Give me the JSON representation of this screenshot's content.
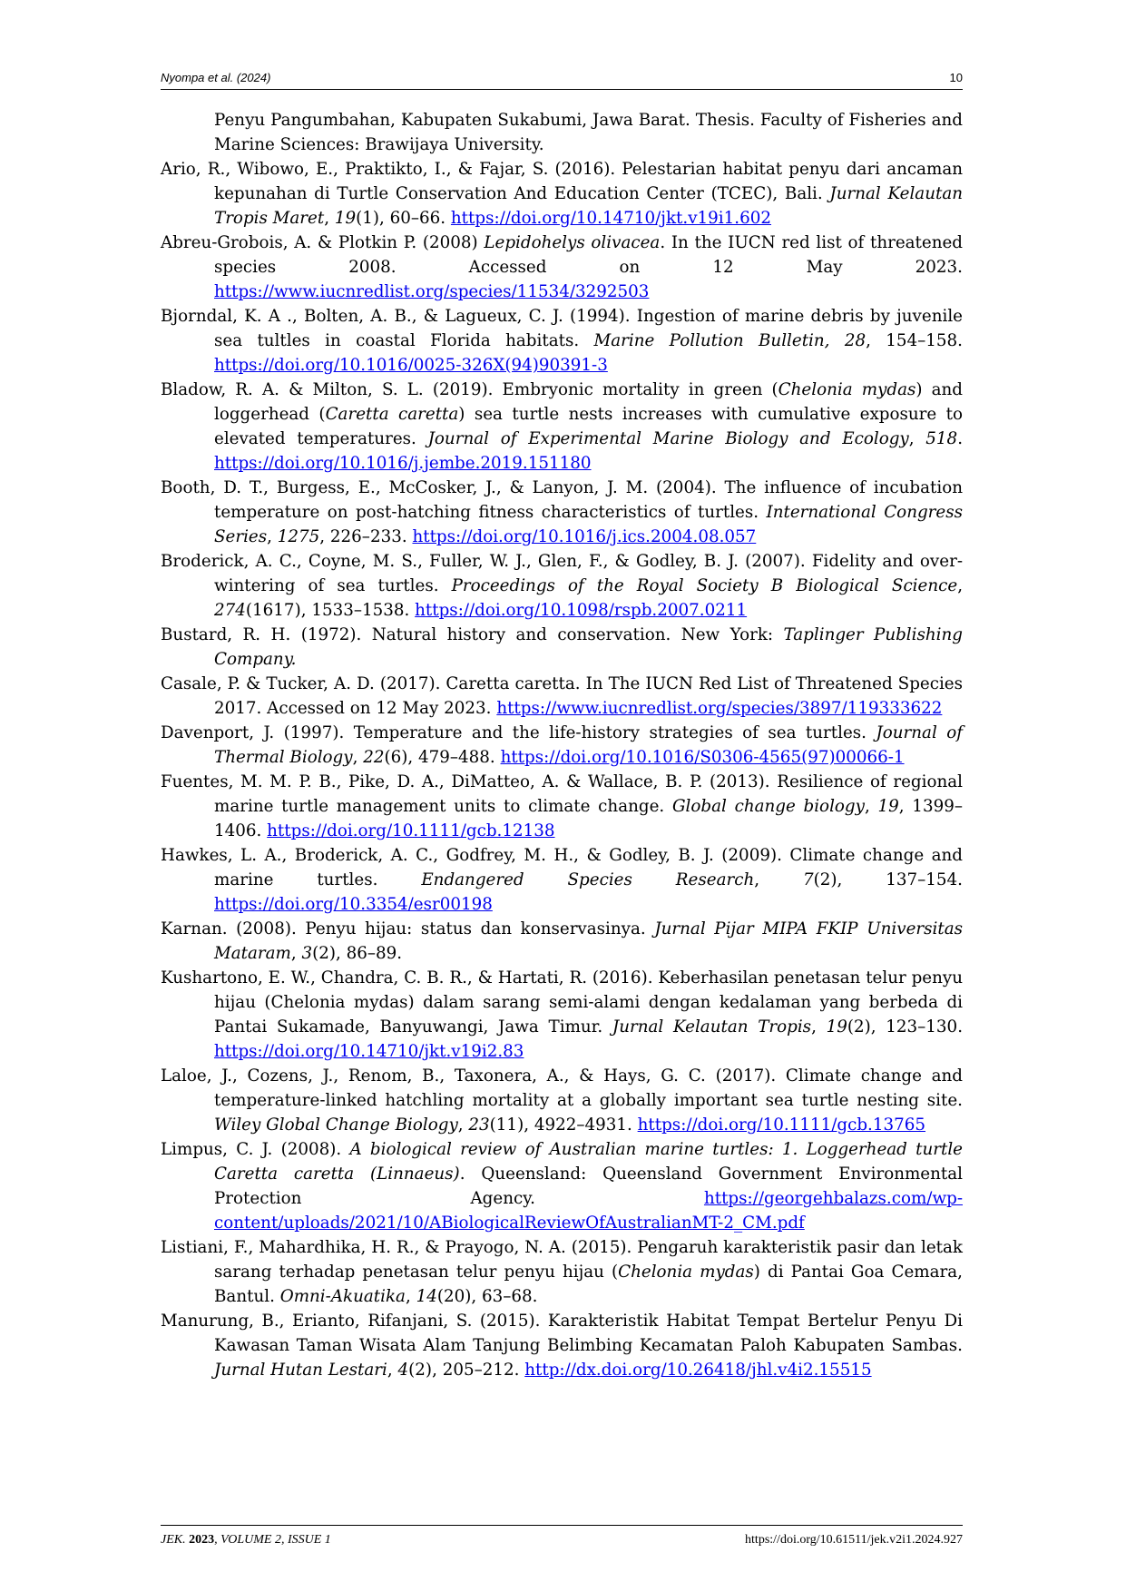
{
  "header": {
    "running_title": "Nyompa et al. (2024)",
    "page_number": "10"
  },
  "references": [
    {
      "parts": [
        {
          "t": "Penyu Pangumbahan, Kabupaten Sukabumi, Jawa Barat. Thesis. Faculty of Fisheries and Marine Sciences: Brawijaya University."
        }
      ],
      "continuation": true
    },
    {
      "parts": [
        {
          "t": "Ario, R., Wibowo, E., Praktikto, I., & Fajar, S. (2016). Pelestarian habitat penyu dari ancaman kepunahan di Turtle Conservation And Education Center (TCEC), Bali. "
        },
        {
          "t": "Jurnal Kelautan Tropis Maret",
          "i": true
        },
        {
          "t": ", "
        },
        {
          "t": "19",
          "i": true
        },
        {
          "t": "(1), 60–66. "
        },
        {
          "t": "https://doi.org/10.14710/jkt.v19i1.602",
          "link": true
        }
      ]
    },
    {
      "parts": [
        {
          "t": "Abreu-Grobois, A. & Plotkin P. (2008) "
        },
        {
          "t": "Lepidohelys olivacea",
          "i": true
        },
        {
          "t": ". In the IUCN red list of threatened species 2008. Accessed on 12 May 2023. "
        },
        {
          "t": "https://www.iucnredlist.org/species/11534/3292503",
          "link": true
        }
      ]
    },
    {
      "parts": [
        {
          "t": "Bjorndal, K. A ., Bolten, A. B., & Lagueux, C. J. (1994). Ingestion of marine debris by juvenile sea tultles in coastal Florida habitats. "
        },
        {
          "t": "Marine Pollution Bulletin, 28",
          "i": true
        },
        {
          "t": ", 154–158. "
        },
        {
          "t": "https://doi.org/10.1016/0025-326X(94)90391-3",
          "link": true
        }
      ]
    },
    {
      "parts": [
        {
          "t": "Bladow, R. A. & Milton, S. L. (2019). Embryonic mortality in green ("
        },
        {
          "t": "Chelonia mydas",
          "i": true
        },
        {
          "t": ") and loggerhead ("
        },
        {
          "t": "Caretta caretta",
          "i": true
        },
        {
          "t": ") sea turtle nests increases with cumulative exposure to elevated temperatures. "
        },
        {
          "t": "Journal of Experimental Marine Biology and Ecology",
          "i": true
        },
        {
          "t": ", "
        },
        {
          "t": "518",
          "i": true
        },
        {
          "t": ". "
        },
        {
          "t": "https://doi.org/10.1016/j.jembe.2019.151180",
          "link": true
        }
      ]
    },
    {
      "parts": [
        {
          "t": "Booth, D. T., Burgess, E., McCosker, J., & Lanyon, J. M. (2004). The influence of incubation temperature on post-hatching fitness characteristics of turtles. "
        },
        {
          "t": "International Congress Series",
          "i": true
        },
        {
          "t": ", "
        },
        {
          "t": "1275",
          "i": true
        },
        {
          "t": ", 226–233. "
        },
        {
          "t": "https://doi.org/10.1016/j.ics.2004.08.057",
          "link": true
        }
      ]
    },
    {
      "parts": [
        {
          "t": "Broderick, A. C., Coyne, M. S., Fuller, W. J., Glen, F., & Godley, B. J. (2007). Fidelity and over-wintering of sea turtles. "
        },
        {
          "t": "Proceedings of the Royal Society B Biological Science",
          "i": true
        },
        {
          "t": ", "
        },
        {
          "t": "274",
          "i": true
        },
        {
          "t": "(1617), 1533–1538. "
        },
        {
          "t": "https://doi.org/10.1098/rspb.2007.0211",
          "link": true
        }
      ]
    },
    {
      "parts": [
        {
          "t": "Bustard, R. H. (1972). Natural history and conservation. New York: "
        },
        {
          "t": "Taplinger Publishing Company.",
          "i": true
        }
      ]
    },
    {
      "parts": [
        {
          "t": "Casale, P. & Tucker, A. D. (2017). Caretta caretta. In The IUCN Red List of Threatened Species 2017. Accessed on 12 May 2023. "
        },
        {
          "t": "https://www.iucnredlist.org/species/3897/119333622",
          "link": true
        }
      ]
    },
    {
      "parts": [
        {
          "t": "Davenport, J. (1997). Temperature and the life-history strategies of sea turtles. "
        },
        {
          "t": "Journal of Thermal Biology",
          "i": true
        },
        {
          "t": ", "
        },
        {
          "t": "22",
          "i": true
        },
        {
          "t": "(6), 479–488. "
        },
        {
          "t": "https://doi.org/10.1016/S0306-4565(97)00066-1",
          "link": true
        }
      ]
    },
    {
      "parts": [
        {
          "t": "Fuentes, M. M. P. B., Pike, D. A., DiMatteo, A. & Wallace, B. P. (2013). Resilience of regional marine turtle management units to climate change. "
        },
        {
          "t": "Global change biology",
          "i": true
        },
        {
          "t": ", "
        },
        {
          "t": "19",
          "i": true
        },
        {
          "t": ", 1399–1406. "
        },
        {
          "t": "https://doi.org/10.1111/gcb.12138",
          "link": true
        }
      ]
    },
    {
      "parts": [
        {
          "t": "Hawkes, L. A., Broderick, A. C., Godfrey, M. H., & Godley, B. J. (2009). Climate change and marine turtles. "
        },
        {
          "t": "Endangered Species Research",
          "i": true
        },
        {
          "t": ", "
        },
        {
          "t": "7",
          "i": true
        },
        {
          "t": "(2), 137–154. "
        },
        {
          "t": "https://doi.org/10.3354/esr00198",
          "link": true
        }
      ]
    },
    {
      "parts": [
        {
          "t": "Karnan. (2008). Penyu hijau: status dan konservasinya. "
        },
        {
          "t": "Jurnal Pijar MIPA FKIP Universitas Mataram",
          "i": true
        },
        {
          "t": ", "
        },
        {
          "t": "3",
          "i": true
        },
        {
          "t": "(2), 86–89."
        }
      ]
    },
    {
      "parts": [
        {
          "t": "Kushartono, E. W., Chandra, C. B. R., & Hartati, R. (2016). Keberhasilan penetasan telur penyu hijau (Chelonia mydas) dalam sarang semi-alami dengan kedalaman yang berbeda di Pantai Sukamade, Banyuwangi, Jawa Timur. "
        },
        {
          "t": "Jurnal Kelautan Tropis",
          "i": true
        },
        {
          "t": ", "
        },
        {
          "t": "19",
          "i": true
        },
        {
          "t": "(2), 123–130. "
        },
        {
          "t": "https://doi.org/10.14710/jkt.v19i2.83",
          "link": true
        }
      ]
    },
    {
      "parts": [
        {
          "t": "Laloe, J., Cozens, J., Renom, B., Taxonera, A., & Hays, G. C. (2017). Climate change and temperature-linked hatchling mortality at a globally important sea turtle nesting site. "
        },
        {
          "t": "Wiley Global Change Biology",
          "i": true
        },
        {
          "t": ", "
        },
        {
          "t": "23",
          "i": true
        },
        {
          "t": "(11), 4922–4931. "
        },
        {
          "t": "https://doi.org/10.1111/gcb.13765",
          "link": true
        }
      ]
    },
    {
      "parts": [
        {
          "t": "Limpus, C. J. (2008). "
        },
        {
          "t": "A biological review of Australian marine turtles: 1. Loggerhead turtle Caretta caretta (Linnaeus)",
          "i": true
        },
        {
          "t": ". Queensland: Queensland Government Environmental Protection Agency. "
        },
        {
          "t": "https://georgehbalazs.com/wp-content/uploads/2021/10/ABiologicalReviewOfAustralianMT-2_CM.pdf",
          "link": true
        }
      ]
    },
    {
      "parts": [
        {
          "t": "Listiani, F., Mahardhika, H. R., & Prayogo, N. A. (2015). Pengaruh karakteristik pasir dan letak sarang terhadap penetasan telur penyu hijau ("
        },
        {
          "t": "Chelonia mydas",
          "i": true
        },
        {
          "t": ") di Pantai Goa Cemara, Bantul. "
        },
        {
          "t": "Omni-Akuatika",
          "i": true
        },
        {
          "t": ", "
        },
        {
          "t": "14",
          "i": true
        },
        {
          "t": "(20), 63–68."
        }
      ]
    },
    {
      "parts": [
        {
          "t": "Manurung, B., Erianto, Rifanjani, S. (2015). Karakteristik Habitat Tempat Bertelur Penyu Di Kawasan Taman Wisata Alam Tanjung Belimbing Kecamatan Paloh Kabupaten Sambas. "
        },
        {
          "t": "Jurnal Hutan Lestari",
          "i": true
        },
        {
          "t": ", "
        },
        {
          "t": "4",
          "i": true
        },
        {
          "t": "(2), 205–212. "
        },
        {
          "t": "http://dx.doi.org/10.26418/jhl.v4i2.15515",
          "link": true
        }
      ]
    }
  ],
  "footer": {
    "journal": "JEK.",
    "year": "2023",
    "volume": ", VOLUME 2, ISSUE 1",
    "doi": "https://doi.org/10.61511/jek.v2i1.2024.927"
  }
}
